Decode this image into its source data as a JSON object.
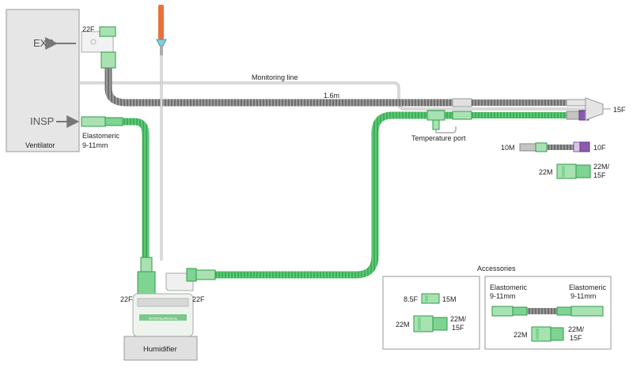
{
  "colors": {
    "green": "#4fc46a",
    "green_light": "#a8e2b2",
    "green_dark": "#2f9a48",
    "grey_tube": "#8c8c8c",
    "grey_tube_light": "#c4c4c4",
    "purple": "#8a5bb0",
    "orange": "#e8703a",
    "box_fill": "#e6e6e6",
    "box_stroke": "#9a9a9a"
  },
  "ventilator": {
    "title": "Ventilator",
    "exp_label": "EXP",
    "insp_label": "INSP",
    "exp_connector_size": "22F",
    "insp_connector_label_line1": "Elastomeric",
    "insp_connector_label_line2": "9-11mm"
  },
  "humidifier": {
    "title": "Humidifier",
    "left_port_size": "22F",
    "right_port_size": "22F",
    "brand_text": "INTERSURGICAL"
  },
  "circuit": {
    "monitoring_line_label": "Monitoring line",
    "length_label": "1.6m",
    "temperature_port_label": "Temperature port",
    "patient_end_size": "15F"
  },
  "adaptor_parts": {
    "catheter_mount_left_size": "10M",
    "catheter_mount_right_size": "10F",
    "connector_left_size": "22M",
    "connector_right_line1": "22M/",
    "connector_right_line2": "15F"
  },
  "accessories": {
    "title": "Accessories",
    "adaptor_small_left": "8.5F",
    "adaptor_small_right": "15M",
    "adaptor_big_left": "22M",
    "adaptor_big_right_line1": "22M/",
    "adaptor_big_right_line2": "15F",
    "elastomeric_left_line1": "Elastomeric",
    "elastomeric_left_line2": "9-11mm",
    "elastomeric_right_line1": "Elastomeric",
    "elastomeric_right_line2": "9-11mm",
    "connector_left": "22M",
    "connector_right_line1": "22M/",
    "connector_right_line2": "15F"
  }
}
